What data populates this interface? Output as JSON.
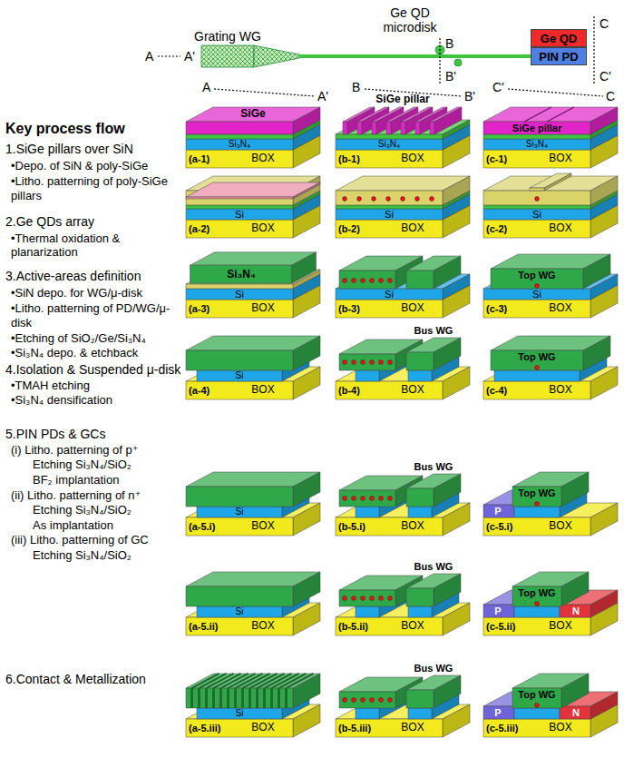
{
  "diagram": {
    "nodes": [
      {
        "text": [
          "Ge QD"
        ]
      },
      {
        "text": [
          "PIN PD"
        ]
      }
    ],
    "labels": [
      "Grating WG",
      "Ge QD microdisk",
      "B",
      "C",
      "A",
      "A'",
      "B'",
      "C'",
      "A",
      "A'",
      "B",
      "B'",
      "C'",
      "C",
      "Key process flow",
      "1.SiGe pillars over SiN",
      "•Depo. of SiN & poly-SiGe",
      "•Litho. patterning of poly-SiGe pillars",
      "2.Ge QDs array",
      "•Thermal oxidation & planarization",
      "3.Active-areas definition",
      "•SiN depo. for WG/μ-disk",
      "•Litho. patterning of PD/WG/μ-disk",
      "•Etching of SiO₂/Ge/Si₃N₄",
      "•Si₃N₄ depo. & etchback",
      "4.Isolation & Suspended μ-disk",
      "•TMAH etching",
      "•Si₃N₄ densification",
      "5.PIN PDs & GCs",
      "(i) Litho. patterning of p⁺",
      "Etching Si₃N₄/SiO₂",
      "BF₂ implantation",
      "(ii) Litho. patterning of n⁺",
      "Etching Si₃N₄/SiO₂",
      "As implantation",
      "(iii) Litho. patterning of GC",
      "Etching Si₃N₄/SiO₂",
      "6.Contact & Metallization",
      "SiGe",
      "Si₃N₄",
      "(a-1)",
      "BOX",
      "SiGe pillar",
      "Si₃N₄",
      "(b-1)",
      "BOX",
      "SiGe pillar",
      "Si₃N₄",
      "(c-1)",
      "BOX",
      "Si",
      "(a-2)",
      "BOX",
      "Si",
      "(b-2)",
      "BOX",
      "Si",
      "(c-2)",
      "BOX",
      "Si₃N₄",
      "Si",
      "(a-3)",
      "BOX",
      "Si",
      "(b-3)",
      "BOX",
      "Top WG",
      "Si",
      "(c-3)",
      "BOX",
      "Si",
      "(a-4)",
      "BOX",
      "Bus WG",
      "(b-4)",
      "BOX",
      "Top WG",
      "(c-4)",
      "BOX",
      "Si",
      "(a-5.i)",
      "BOX",
      "Bus WG",
      "(b-5.i)",
      "BOX",
      "Top WG",
      "P",
      "(c-5.i)",
      "BOX",
      "Si",
      "(a-5.ii)",
      "BOX",
      "Bus WG",
      "(b-5.ii)",
      "BOX",
      "Top WG",
      "P",
      "N",
      "(c-5.ii)",
      "BOX",
      "Si",
      "(a-5.iii)",
      "BOX",
      "Bus WG",
      "(b-5.iii)",
      "BOX",
      "Top WG",
      "P",
      "N",
      "(c-5.iii)",
      "BOX"
    ]
  }
}
